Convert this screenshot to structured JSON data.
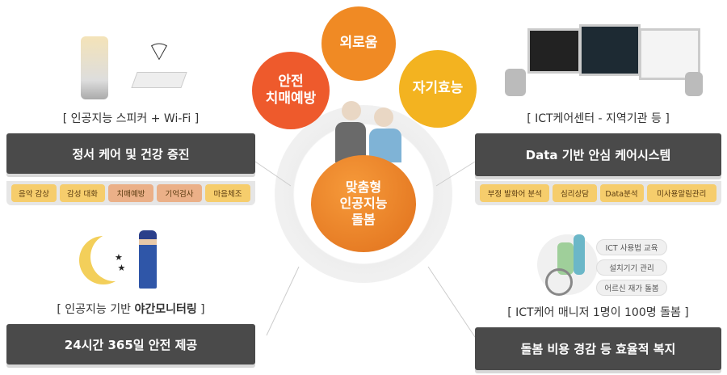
{
  "center": {
    "top_left": "안전\n치매예방",
    "top": "외로움",
    "top_right": "자기효능",
    "main": "맞춤형\n인공지능\n돌봄"
  },
  "top_left": {
    "label": "[ 인공지능 스피커 + Wi-Fi ]",
    "bar": "정서 케어 및 건강 증진",
    "chips": [
      "음악 감상",
      "감성 대화",
      "치매예방",
      "기억검사",
      "마음체조"
    ]
  },
  "top_right": {
    "label": "[ ICT케어센터 - 지역기관 등 ]",
    "bar": "Data 기반 안심 케어시스템",
    "chips": [
      "부정 발화어 분석",
      "심리상담",
      "Data분석",
      "미사용알림관리"
    ]
  },
  "bottom_left": {
    "label_prefix": "[ 인공지능 기반 ",
    "label_bold": "야간모니터링",
    "label_suffix": " ]",
    "bar": "24시간 365일 안전 제공"
  },
  "bottom_right": {
    "services": [
      "ICT 사용법 교육",
      "설치기기 관리",
      "어르신 재가 돌봄"
    ],
    "label": "[ ICT케어 매니저 1명이 100명 돌봄 ]",
    "bar": "돌봄 비용 경감 등 효율적 복지"
  },
  "colors": {
    "red": "#ee5a2c",
    "orange": "#f08a24",
    "yellow": "#f3b320",
    "dark": "#4a4a4a",
    "chip": "#f6cd6c"
  }
}
